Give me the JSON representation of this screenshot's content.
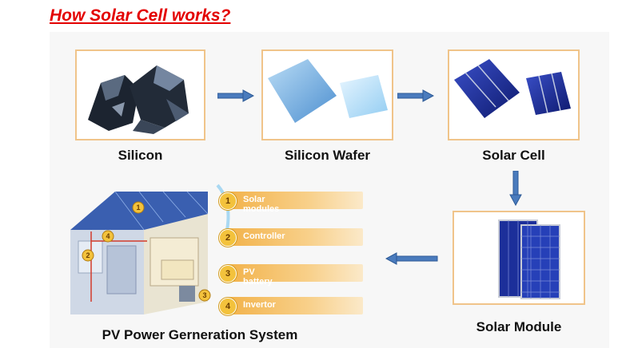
{
  "title": "How Solar Cell works?",
  "stages": {
    "silicon": "Silicon",
    "wafer": "Silicon Wafer",
    "cell": "Solar Cell",
    "module": "Solar Module",
    "system": "PV Power Gerneration System"
  },
  "system_steps": [
    {
      "num": "1",
      "label": "Solar modules"
    },
    {
      "num": "2",
      "label": "Controller"
    },
    {
      "num": "3",
      "label": "PV battery"
    },
    {
      "num": "4",
      "label": "Invertor"
    }
  ],
  "house_markers": [
    "1",
    "2",
    "3",
    "4"
  ],
  "colors": {
    "title": "#e30000",
    "arrow": "#4a7bbd",
    "frame": "#f0c48a",
    "step": "#f2b24a"
  }
}
